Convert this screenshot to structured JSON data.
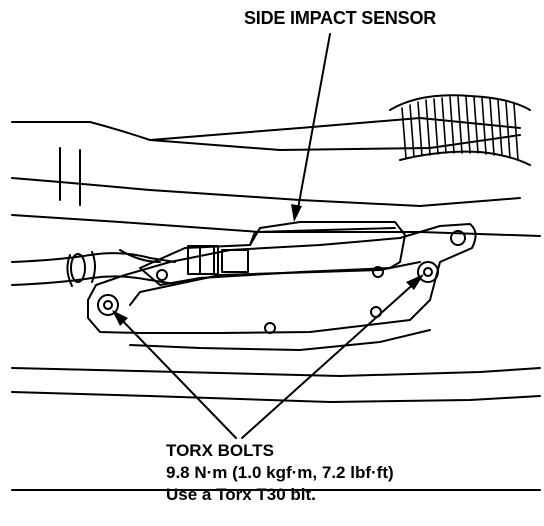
{
  "callouts": {
    "sensor_label": "SIDE IMPACT SENSOR",
    "bolts_title": "TORX BOLTS",
    "bolts_torque": "9.8 N·m (1.0 kgf·m, 7.2 lbf·ft)",
    "bolts_tool": "Use a Torx T30 bit."
  },
  "colors": {
    "line": "#000000",
    "background": "#ffffff"
  }
}
